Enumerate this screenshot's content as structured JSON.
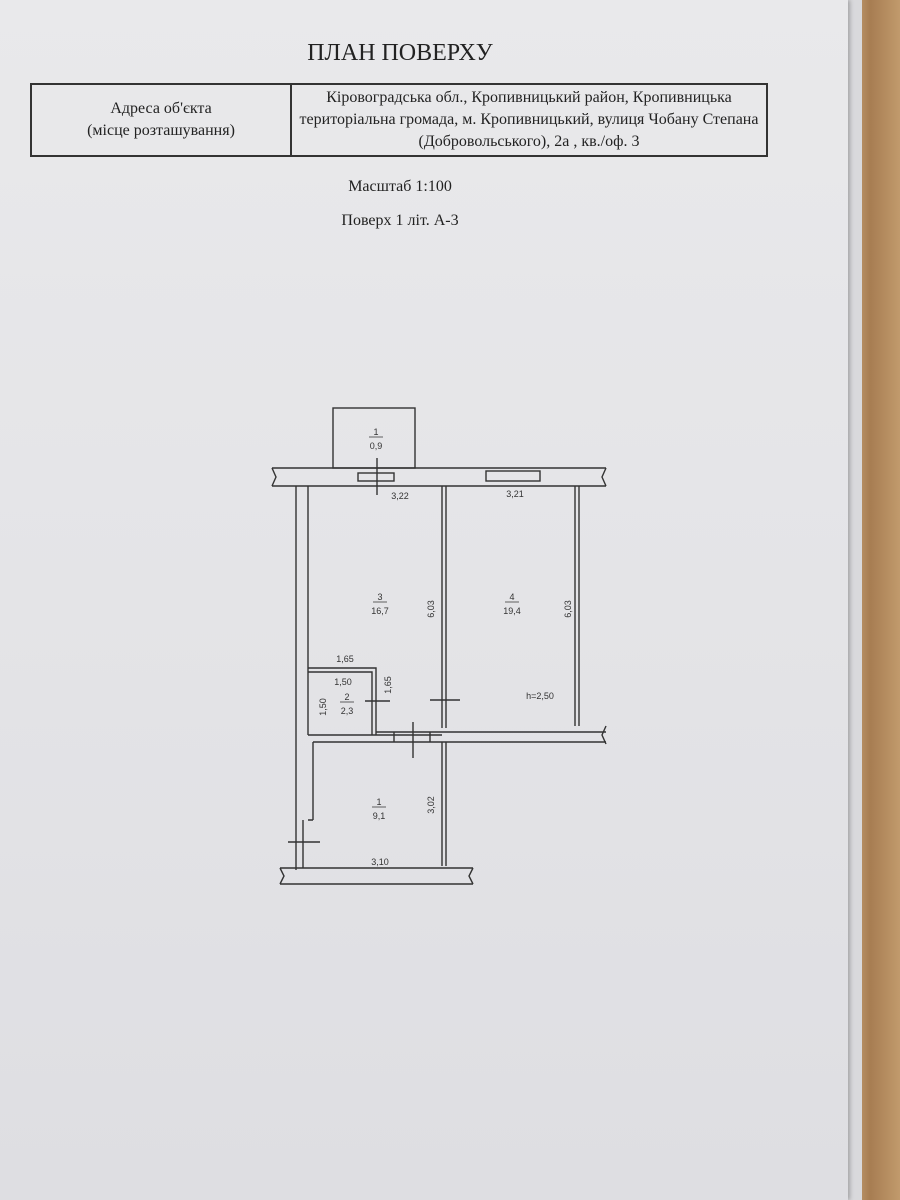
{
  "document": {
    "title": "ПЛАН ПОВЕРХУ",
    "address_label_line1": "Адреса об'єкта",
    "address_label_line2": "(місце розташування)",
    "address_value": "Кіровоградська обл., Кропивницький район, Кропивницька територіальна громада, м. Кропивницький, вулиця Чобану Степана (Добровольського), 2а , кв./оф. 3",
    "scale": "Масштаб 1:100",
    "floor": "Поверх 1 літ. А-3"
  },
  "plan": {
    "rooms": [
      {
        "number": "1",
        "area": "0,9"
      },
      {
        "number": "3",
        "area": "16,7"
      },
      {
        "number": "4",
        "area": "19,4"
      },
      {
        "number": "2",
        "area": "2,3"
      },
      {
        "number": "1",
        "area": "9,1"
      }
    ],
    "dimensions": {
      "room3_width": "3,22",
      "room4_width": "3,21",
      "room3_length": "6,03",
      "room4_length": "6,03",
      "room2_outer_width": "1,65",
      "room2_inner_width": "1,50",
      "room2_outer_length": "1,65",
      "room2_inner_length": "1,50",
      "room1_length": "3,02",
      "room1_width": "3,10"
    },
    "ceiling_height": "h=2,50"
  }
}
